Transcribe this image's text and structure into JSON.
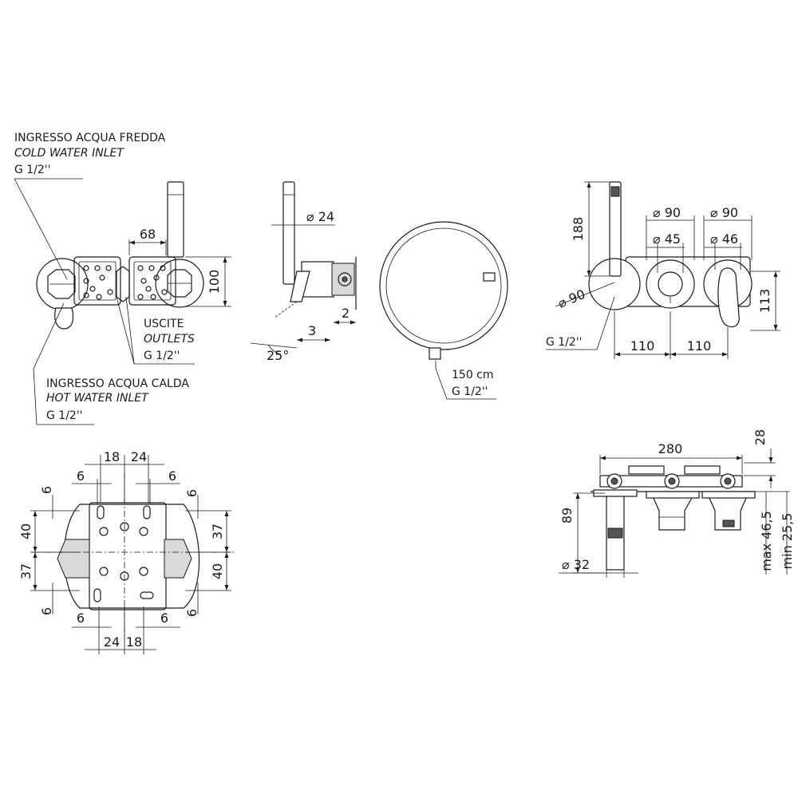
{
  "callouts": {
    "cold_inlet": {
      "it": "INGRESSO ACQUA FREDDA",
      "en": "COLD WATER INLET",
      "thread": "G 1/2''"
    },
    "hot_inlet": {
      "it": "INGRESSO ACQUA CALDA",
      "en": "HOT WATER INLET",
      "thread": "G 1/2''"
    },
    "outlets": {
      "it": "USCITE",
      "en": "OUTLETS",
      "thread": "G 1/2''"
    },
    "hose": {
      "length": "150 cm",
      "thread": "G 1/2''"
    },
    "front_inlet": {
      "thread": "G 1/2''"
    }
  },
  "dims": {
    "top_left": {
      "w68": "68",
      "h100": "100"
    },
    "side": {
      "d24": "⌀ 24",
      "d2": "2",
      "d3": "3",
      "angle": "25°"
    },
    "front": {
      "h188": "188",
      "d90a": "⌀ 90",
      "d90b": "⌀ 90",
      "d45": "⌀ 45",
      "d46": "⌀ 46",
      "d90c": "⌀ 90",
      "h113": "113",
      "w110a": "110",
      "w110b": "110"
    },
    "plate": {
      "t18": "18",
      "t24": "24",
      "t6a": "6",
      "t6b": "6",
      "r6a": "6",
      "r6b": "6",
      "l40": "40",
      "l37": "37",
      "r37": "37",
      "r40": "40",
      "b6a": "6",
      "b6b": "6",
      "bl6": "6",
      "br6": "6",
      "b24": "24",
      "b18": "18"
    },
    "body": {
      "w280": "280",
      "h28": "28",
      "h89": "89",
      "d32": "⌀ 32",
      "max": "max 46,5",
      "min": "min 25,5"
    }
  }
}
